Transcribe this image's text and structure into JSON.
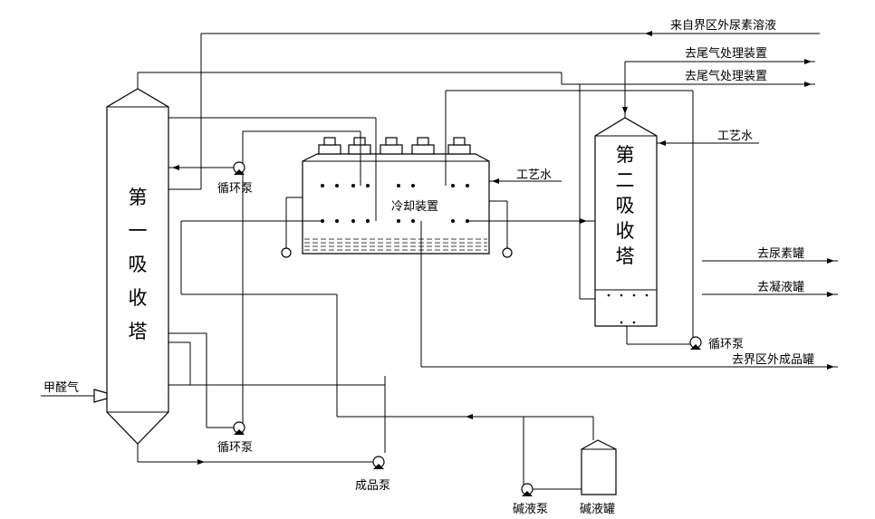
{
  "streams": {
    "urea_solution_in": "来自界区外尿素溶液",
    "tail_gas_1": "去尾气处理装置",
    "tail_gas_2": "去尾气处理装置",
    "process_water_tower2": "工艺水",
    "process_water_cooler": "工艺水",
    "to_urea_tank": "去尿素罐",
    "to_condensate_tank": "去凝液罐",
    "to_product_tank": "去界区外成品罐",
    "formaldehyde_gas": "甲醛气"
  },
  "equipment": {
    "tower1_chars": [
      "第",
      "一",
      "吸",
      "收",
      "塔"
    ],
    "tower2_chars": [
      "第",
      "二",
      "吸",
      "收",
      "塔"
    ],
    "cooler": "冷却装置",
    "pump_circ_top": "循环泵",
    "pump_circ_bottom": "循环泵",
    "pump_circ_tower2": "循环泵",
    "pump_product": "成品泵",
    "pump_alkali": "碱液泵",
    "tank_alkali": "碱液罐"
  }
}
